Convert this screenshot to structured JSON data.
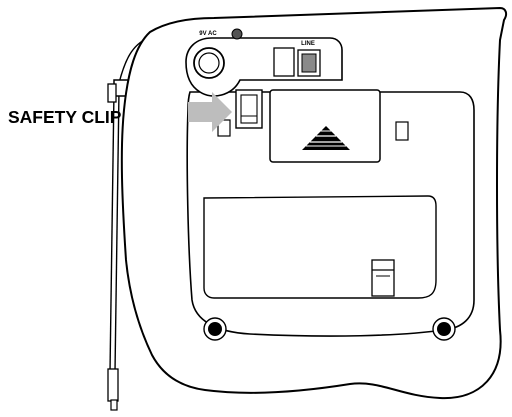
{
  "labels": {
    "callout": "SAFETY CLIP",
    "power_jack": "9V AC",
    "line_jack": "LINE"
  },
  "colors": {
    "outline": "#000000",
    "fill": "#ffffff",
    "arrow": "#bdbdbd",
    "jack": "#8a8a8a",
    "triangle": "#000000"
  },
  "icons": {
    "arrow": "arrow-right-icon",
    "triangle": "triangle-up-icon"
  }
}
